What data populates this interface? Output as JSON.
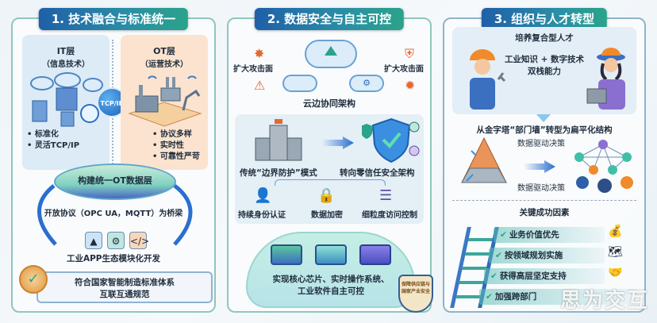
{
  "sections": [
    {
      "title": "1. 技术融合与标准统一",
      "it_layer": {
        "title": "IT层",
        "subtitle": "（信息技术）",
        "bullets": [
          "标准化",
          "灵活TCP/IP"
        ]
      },
      "protocol_badge": "TCP/IP",
      "ot_layer": {
        "title": "OT层",
        "subtitle": "（运营技术）",
        "bullets": [
          "协议多样",
          "实时性",
          "可靠性严苛"
        ]
      },
      "data_layer": "构建统一OT数据层",
      "bridge": "开放协议（OPC UA，MQTT）为桥梁",
      "app_icons": [
        "building-block-icon",
        "gear-icon",
        "code-icon"
      ],
      "app_label": "工业APP生态模块化开发",
      "standard_line1": "符合国家智能制造标准体系",
      "standard_line2": "互联互通规范"
    },
    {
      "title": "2. 数据安全与自主可控",
      "attack_left": "扩大攻击面",
      "attack_right": "扩大攻击面",
      "cloud_label": "云边协同架构",
      "from_label": "传统“边界防护”模式",
      "to_label": "转向零信任安全架构",
      "measures": [
        "持续身份认证",
        "数据加密",
        "细粒度访问控制"
      ],
      "autonomy_line1": "实现核心芯片、实时操作系统、",
      "autonomy_line2": "工业软件自主可控",
      "shield_text": "保障供应链与国家产业安全"
    },
    {
      "title": "3. 组织与人才转型",
      "talent_title": "培养复合型人才",
      "talent_line1": "工业知识 + 数字技术",
      "talent_line2": "双栈能力",
      "structure_title": "从金字塔“部门墙”转型为扁平化结构",
      "decision_top": "数据驱动决策",
      "decision_bottom": "数据驱动决策",
      "factors_title": "关键成功因素",
      "factors": [
        "业务价值优先",
        "按领域规划实施",
        "获得高层坚定支持",
        "加强跨部门"
      ]
    }
  ],
  "watermark": "思为交互",
  "colors": {
    "title_start": "#1f5fa8",
    "title_end": "#2aa38a",
    "panel_border": "#8fc7bd",
    "it_bg": "#dcebf6",
    "ot_bg": "#fbe3cf",
    "accent_orange": "#e4682f"
  }
}
